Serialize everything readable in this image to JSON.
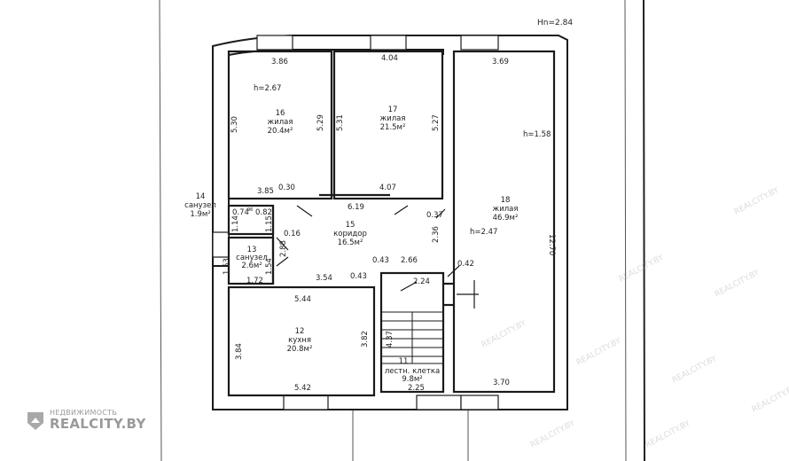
{
  "header": {
    "height_label": "Hn=2.84"
  },
  "rooms": [
    {
      "id": "16",
      "name": "жилая",
      "area": "20.4м²",
      "height": "h=2.67"
    },
    {
      "id": "17",
      "name": "жилая",
      "area": "21.5м²"
    },
    {
      "id": "18",
      "name": "жилая",
      "area": "46.9м²",
      "height": "h=2.47",
      "height2": "h=1.58"
    },
    {
      "id": "15",
      "name": "коридор",
      "area": "16.5м²"
    },
    {
      "id": "14",
      "name": "санузел",
      "area": "1.9м²"
    },
    {
      "id": "13",
      "name": "санузел",
      "area": "2.6м²"
    },
    {
      "id": "12",
      "name": "кухня",
      "area": "20.8м²"
    },
    {
      "id": "11",
      "name": "лестн. клетка",
      "area": "9.8м²"
    }
  ],
  "dims": {
    "d386": "3.86",
    "d404": "4.04",
    "d369": "3.69",
    "d530": "5.30",
    "d529": "5.29",
    "d531": "5.31",
    "d527": "5.27",
    "d385": "3.85",
    "d030": "0.30",
    "d407": "4.07",
    "d619": "6.19",
    "d037": "0.37",
    "d1270": "12.70",
    "d074": "0.74",
    "d082": "0.82",
    "d114": "1.14",
    "d115": "1.15",
    "d016": "0.16",
    "d288": "2.88",
    "d153": "1.53",
    "d154": "1.54",
    "d172": "1.72",
    "d354": "3.54",
    "d043a": "0.43",
    "d043b": "0.43",
    "d266": "2.66",
    "d236": "2.36",
    "d042": "0.42",
    "d224": "2.24",
    "d544": "5.44",
    "d384": "3.84",
    "d382": "3.82",
    "d542": "5.42",
    "d437": "4.37",
    "d225": "2.25",
    "d370": "3.70",
    "d096": "96"
  },
  "watermark": {
    "small": "НЕДВИЖИМОСТЬ",
    "big": "REALCITY.BY",
    "repeat": "REALCITY.BY"
  }
}
